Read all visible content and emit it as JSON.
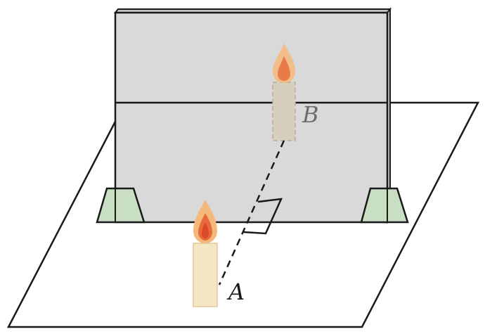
{
  "figure": {
    "labels": {
      "real_candle": "A",
      "image_candle": "B"
    },
    "colors": {
      "background": "#ffffff",
      "outline": "#1a1a1a",
      "glass_fill": "#d9d9d9",
      "glass_edge": "#c4c4c4",
      "stand_fill": "#c9dfc4",
      "candle_body": "#f5e6c4",
      "candle_image": "#d6cfc0",
      "flame_outer": "#f4b97a",
      "flame_inner": "#e86a3a",
      "label_a": "#1a1a1a",
      "label_b": "#6b6b6b"
    },
    "icons": [
      "glass-plate",
      "plate-stand",
      "candle",
      "candle-flame",
      "right-angle-mark"
    ]
  }
}
